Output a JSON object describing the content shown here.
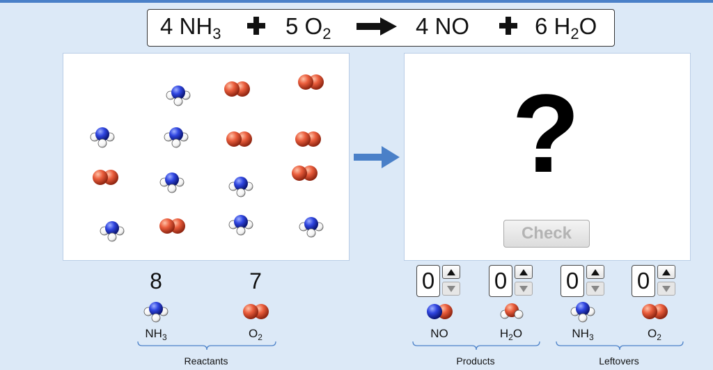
{
  "equation": {
    "c1": "4",
    "r1": "NH",
    "r1sub": "3",
    "c2": "5",
    "r2": "O",
    "r2sub": "2",
    "c3": "4",
    "p1": "NO",
    "c4": "6",
    "p2a": "H",
    "p2sub": "2",
    "p2b": "O"
  },
  "reactants": {
    "nh3_count": "8",
    "o2_count": "7",
    "nh3_label": "NH",
    "nh3_sub": "3",
    "o2_label": "O",
    "o2_sub": "2",
    "group_label": "Reactants"
  },
  "products_panel": {
    "question_mark": "?",
    "check_label": "Check"
  },
  "spinners": {
    "no_value": "0",
    "h2o_value": "0",
    "left_nh3_value": "0",
    "left_o2_value": "0"
  },
  "products": {
    "no_label": "NO",
    "h2o_label_a": "H",
    "h2o_sub": "2",
    "h2o_label_b": "O",
    "group_label": "Products"
  },
  "leftovers": {
    "nh3_label": "NH",
    "nh3_sub": "3",
    "o2_label": "O",
    "o2_sub": "2",
    "group_label": "Leftovers"
  },
  "colors": {
    "nitrogen": "#2a3fd0",
    "oxygen": "#e0553a",
    "hydrogen": "#ffffff",
    "arrow": "#4a80c8",
    "background": "#dce9f7"
  },
  "icons": {
    "reaction_arrow": "right-arrow-icon",
    "spinner_up": "up-triangle-icon",
    "spinner_down": "down-triangle-icon"
  }
}
